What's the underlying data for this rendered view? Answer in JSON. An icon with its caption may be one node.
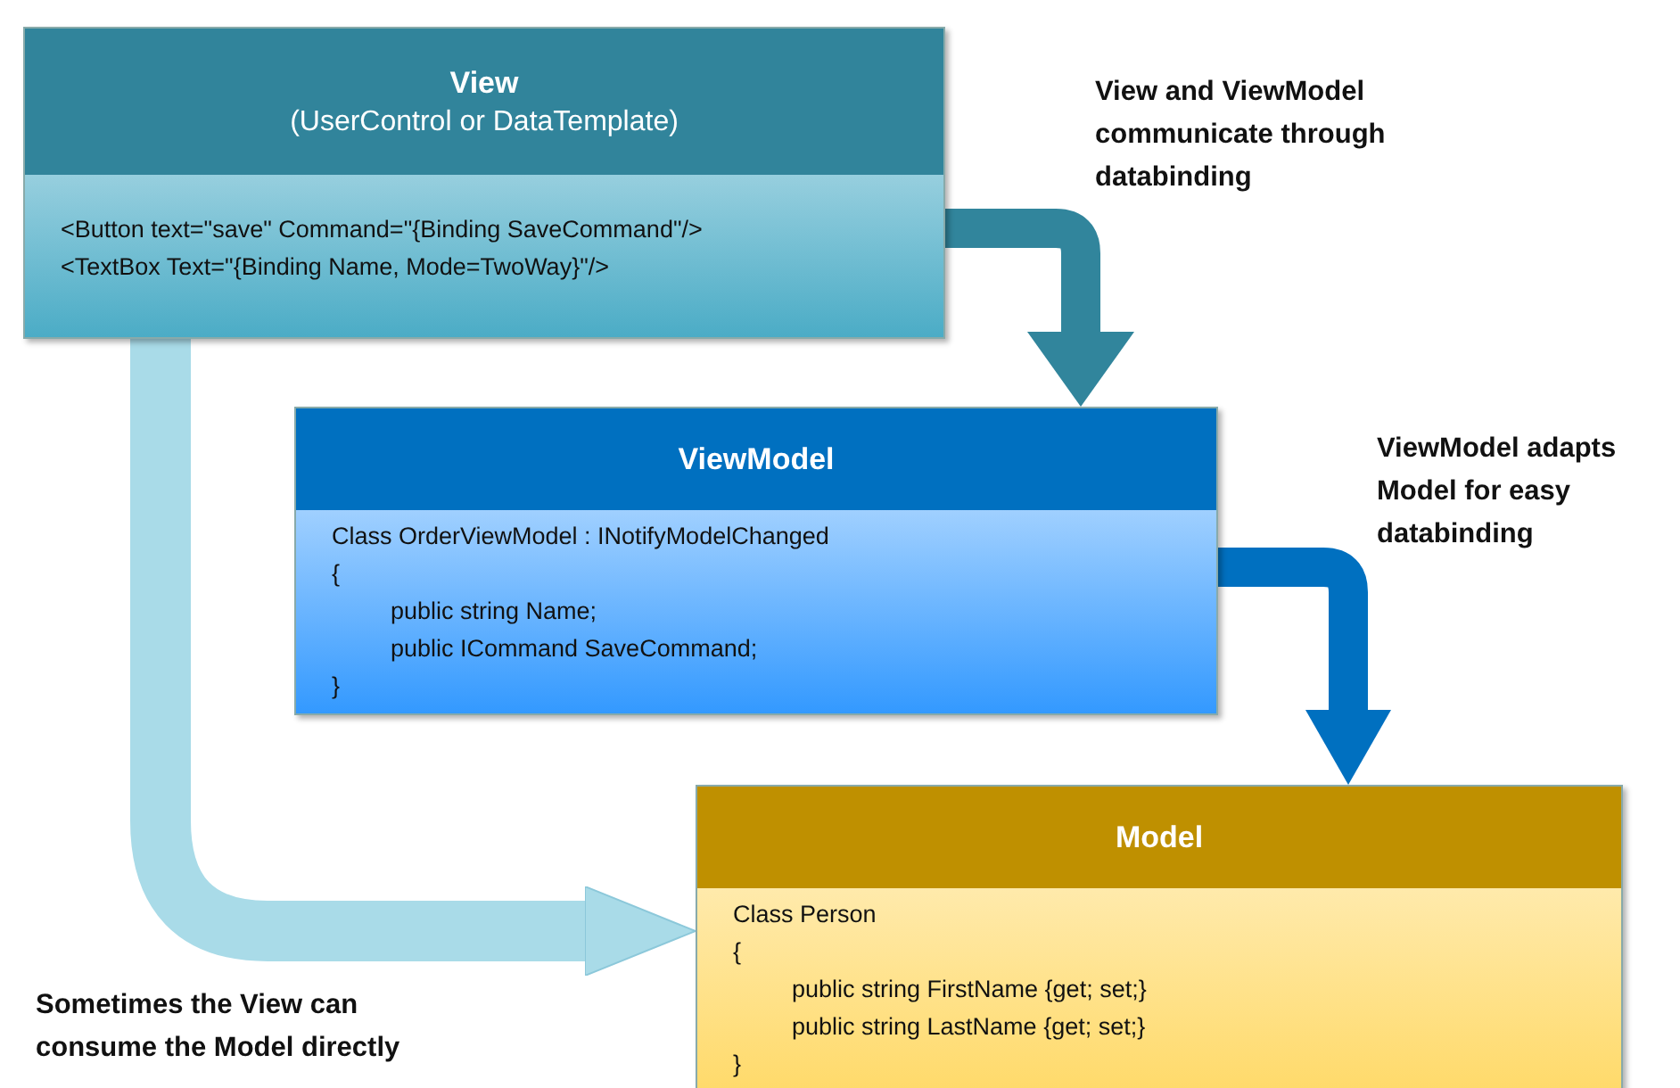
{
  "diagram": {
    "nodes": [
      {
        "text": [
          "View",
          "(UserControl or DataTemplate)",
          "<Button text=\"save\" Command=\"{Binding SaveCommand\"/>",
          "<TextBox Text=\"{Binding Name, Mode=TwoWay}\"/>"
        ]
      },
      {
        "text": [
          "ViewModel",
          "Class OrderViewModel : INotifyModelChanged",
          "{",
          "public string Name;",
          "public ICommand SaveCommand;",
          "}"
        ]
      },
      {
        "text": [
          "Model",
          "Class Person",
          "{",
          "public string FirstName {get; set;}",
          "public string LastName {get; set;}",
          "}"
        ]
      }
    ],
    "edges": [
      {
        "from": 0,
        "to": 1,
        "arrow": "to",
        "label": "View and ViewModel communicate through databinding",
        "color": "#31859c"
      },
      {
        "from": 1,
        "to": 2,
        "arrow": "to",
        "label": "ViewModel adapts Model for easy databinding",
        "color": "#0070c0"
      },
      {
        "from": 0,
        "to": 2,
        "arrow": "to",
        "label": "Sometimes the View can consume the Model directly",
        "color": "#a9dbe8"
      }
    ]
  }
}
